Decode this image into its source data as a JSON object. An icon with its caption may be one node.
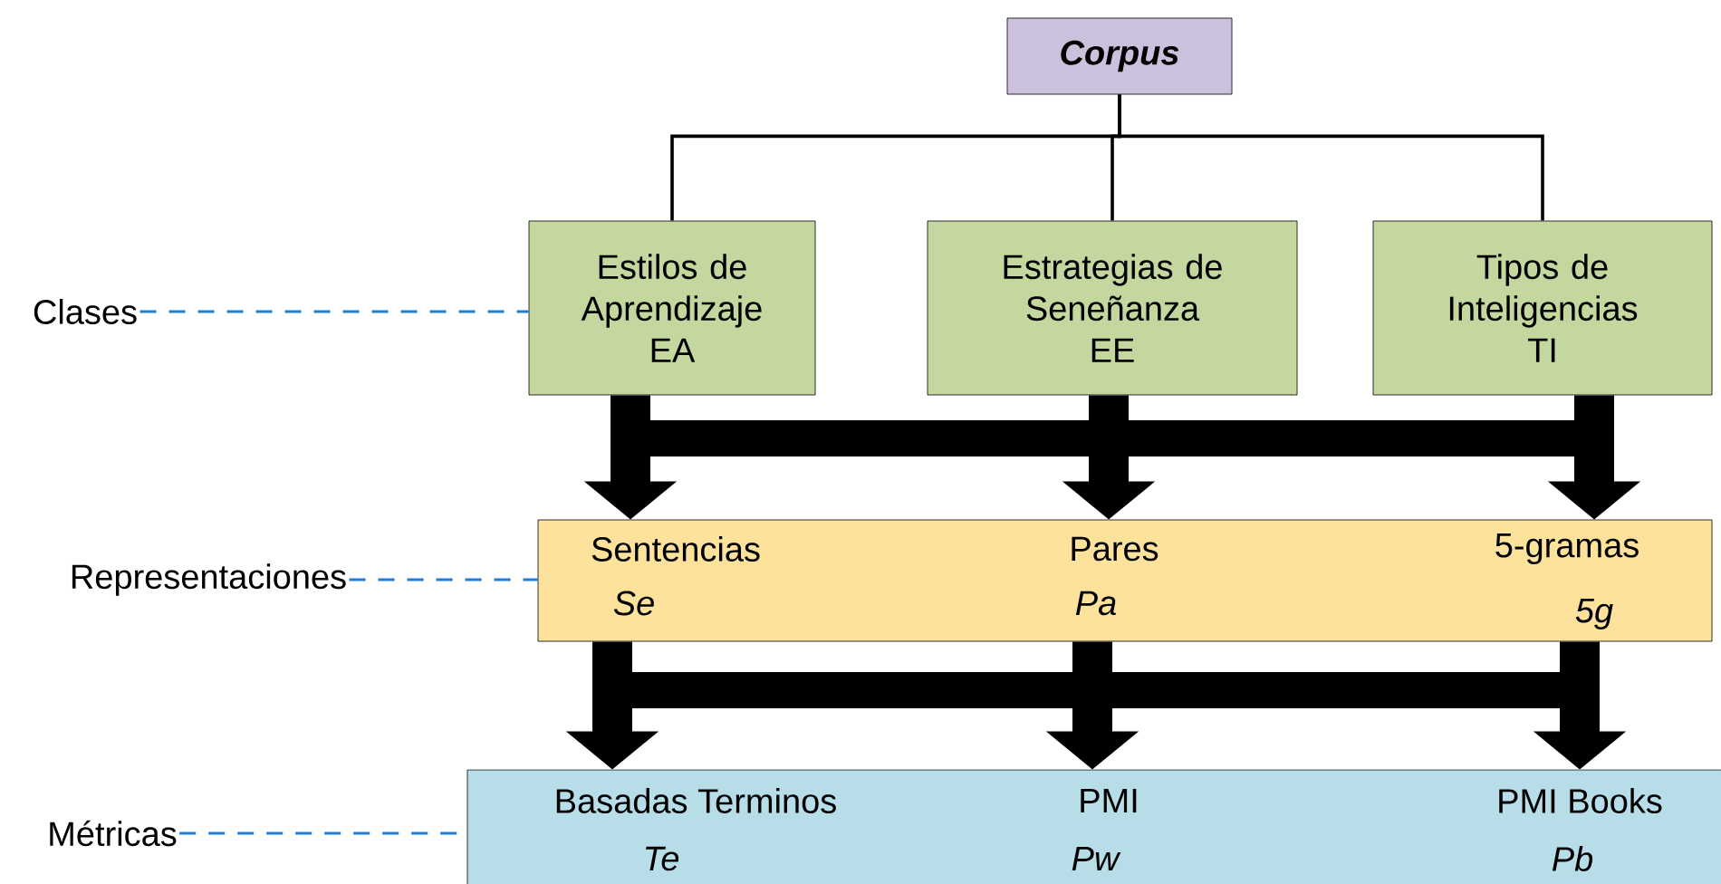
{
  "diagram": {
    "nodes": [
      {
        "text": [
          "*Corpus*"
        ]
      },
      {
        "text": [
          "Estilos de Aprendizaje",
          "EA"
        ]
      },
      {
        "text": [
          "Estrategias de Seneñanza",
          "EE"
        ]
      },
      {
        "text": [
          "Tipos de Inteligencias",
          "TI"
        ]
      },
      {
        "text": [
          "Clases"
        ]
      },
      {
        "text": [
          "Sentencias",
          "*Se*",
          "Pares",
          "*Pa*",
          "5-gramas",
          "*5g*"
        ]
      },
      {
        "text": [
          "Representaciones"
        ]
      },
      {
        "text": [
          "Basadas Terminos",
          "*Te*",
          "PMI",
          "*Pw*",
          "PMI Books",
          "*Pb*"
        ]
      },
      {
        "text": [
          "Métricas"
        ]
      }
    ],
    "edges": [
      {
        "from": 0,
        "to": 1,
        "arrow": "none"
      },
      {
        "from": 0,
        "to": 2,
        "arrow": "none"
      },
      {
        "from": 0,
        "to": 3,
        "arrow": "none"
      },
      {
        "from": 1,
        "to": 5,
        "arrow": "to",
        "style": "thick"
      },
      {
        "from": 2,
        "to": 5,
        "arrow": "to",
        "style": "thick"
      },
      {
        "from": 3,
        "to": 5,
        "arrow": "to",
        "style": "thick"
      },
      {
        "from": 5,
        "to": 7,
        "arrow": "to",
        "style": "thick"
      },
      {
        "from": 5,
        "to": 7,
        "arrow": "to",
        "style": "thick"
      },
      {
        "from": 5,
        "to": 7,
        "arrow": "to",
        "style": "thick"
      },
      {
        "from": 4,
        "to": 1,
        "arrow": "none",
        "style": "dashed",
        "color": "#1f7fd0"
      },
      {
        "from": 6,
        "to": 5,
        "arrow": "none",
        "style": "dashed",
        "color": "#1f7fd0"
      },
      {
        "from": 8,
        "to": 7,
        "arrow": "none",
        "style": "dashed",
        "color": "#1f7fd0"
      }
    ]
  }
}
